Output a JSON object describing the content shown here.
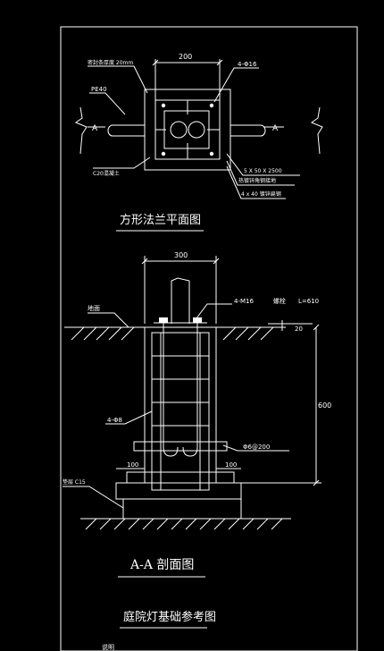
{
  "plan_view": {
    "dim_top": "200",
    "label_ring": "密封条厚度 20mm",
    "label_pe": "PE40",
    "label_bolts": "4-Φ16",
    "section_mark_left": "A",
    "section_mark_right": "A",
    "label_concrete": "C20混凝土",
    "label_steel1": "5 X 50 X 2500",
    "label_steel2": "热镀锌角钢接地",
    "label_steel3": "4 x 40 镀锌扁钢",
    "title": "方形法兰平面图"
  },
  "section_view": {
    "dim_top": "300",
    "label_bolts": "4-M16",
    "label_anchor": "螺栓",
    "label_length": "L=610",
    "label_ground": "地面",
    "dim_20": "20",
    "dim_600": "600",
    "label_rebar": "4-Φ8",
    "label_stirrup": "Φ6@200",
    "dim_left_100": "100",
    "dim_right_100": "100",
    "label_base": "垫层 C15",
    "title": "A-A  剖面图"
  },
  "drawing_title": "庭院灯基础参考图",
  "footnote": "说明"
}
